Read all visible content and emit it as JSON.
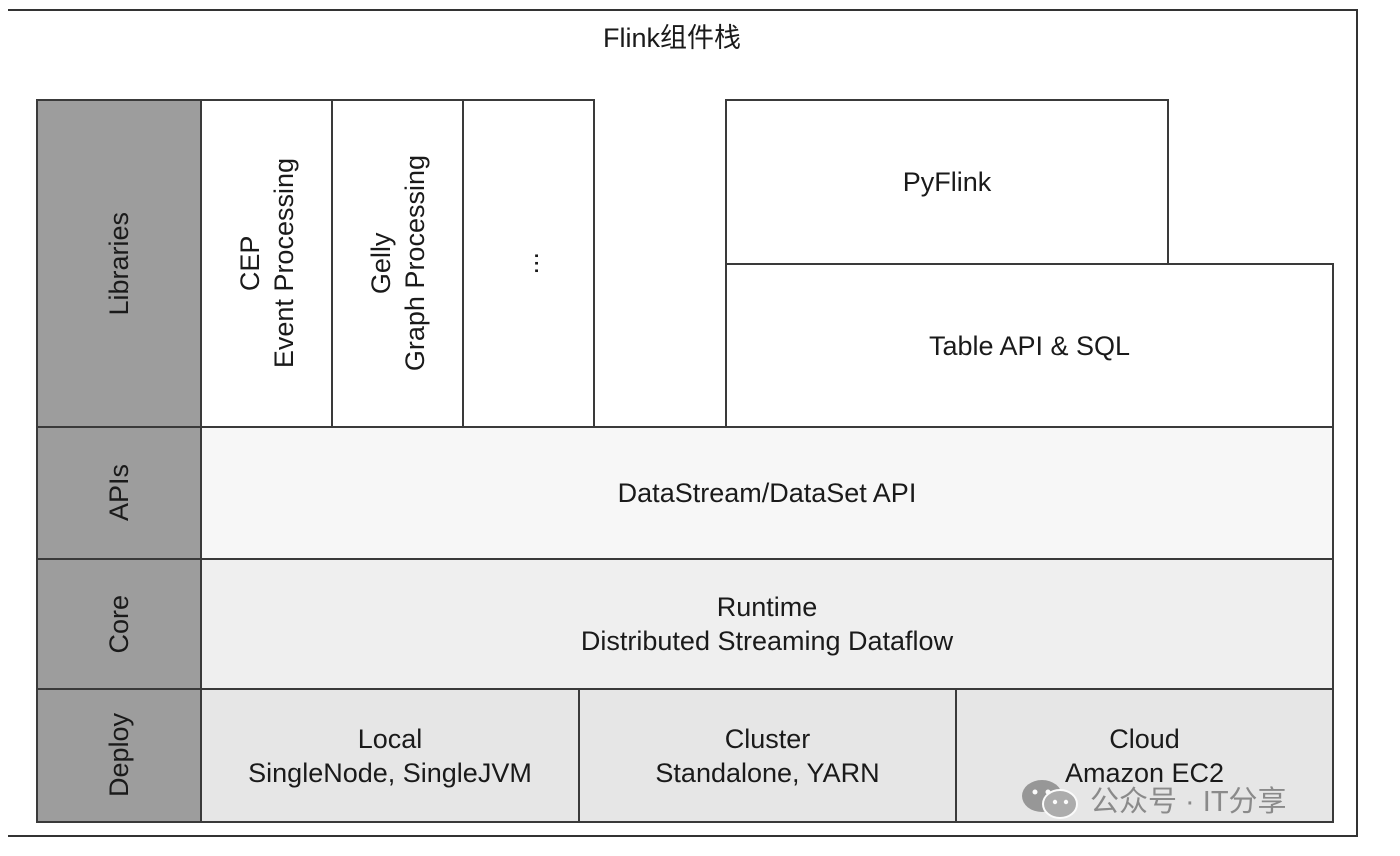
{
  "title": "Flink组件栈",
  "layers": {
    "libraries": "Libraries",
    "apis": "APIs",
    "core": "Core",
    "deploy": "Deploy"
  },
  "libraries": {
    "cep": {
      "line1": "CEP",
      "line2": "Event Processing"
    },
    "gelly": {
      "line1": "Gelly",
      "line2": "Graph Processing"
    },
    "more": "...",
    "pyflink": "PyFlink",
    "table": "Table API & SQL"
  },
  "apis": {
    "label": "DataStream/DataSet API"
  },
  "core": {
    "line1": "Runtime",
    "line2": "Distributed Streaming Dataflow"
  },
  "deploy": {
    "local": {
      "line1": "Local",
      "line2": "SingleNode, SingleJVM"
    },
    "cluster": {
      "line1": "Cluster",
      "line2": "Standalone, YARN"
    },
    "cloud": {
      "line1": "Cloud",
      "line2": "Amazon EC2"
    }
  },
  "watermark": {
    "text": "公众号 · IT分享",
    "icon": "wechat-icon"
  }
}
